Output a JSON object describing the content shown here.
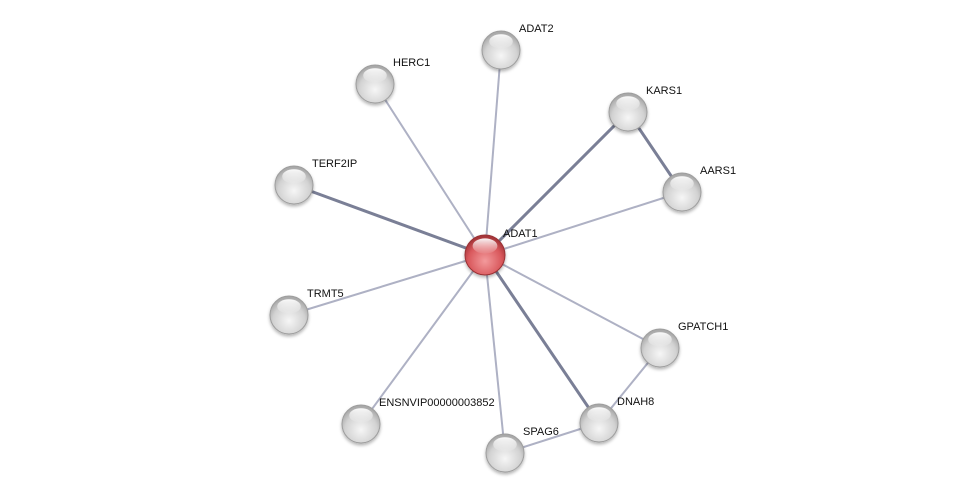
{
  "network": {
    "center": "ADAT1",
    "nodes": [
      {
        "id": "ADAT1",
        "label": "ADAT1",
        "query": true
      },
      {
        "id": "ADAT2",
        "label": "ADAT2"
      },
      {
        "id": "HERC1",
        "label": "HERC1"
      },
      {
        "id": "KARS1",
        "label": "KARS1"
      },
      {
        "id": "AARS1",
        "label": "AARS1"
      },
      {
        "id": "TERF2IP",
        "label": "TERF2IP"
      },
      {
        "id": "TRMT5",
        "label": "TRMT5"
      },
      {
        "id": "GPATCH1",
        "label": "GPATCH1"
      },
      {
        "id": "DNAH8",
        "label": "DNAH8"
      },
      {
        "id": "SPAG6",
        "label": "SPAG6"
      },
      {
        "id": "ENSNVIP",
        "label": "ENSNVIP00000003852"
      }
    ],
    "edges": [
      {
        "from": "ADAT1",
        "to": "ADAT2",
        "strength": "weak"
      },
      {
        "from": "ADAT1",
        "to": "HERC1",
        "strength": "weak"
      },
      {
        "from": "ADAT1",
        "to": "KARS1",
        "strength": "strong"
      },
      {
        "from": "ADAT1",
        "to": "AARS1",
        "strength": "weak"
      },
      {
        "from": "ADAT1",
        "to": "TERF2IP",
        "strength": "strong"
      },
      {
        "from": "ADAT1",
        "to": "TRMT5",
        "strength": "weak"
      },
      {
        "from": "ADAT1",
        "to": "GPATCH1",
        "strength": "weak"
      },
      {
        "from": "ADAT1",
        "to": "DNAH8",
        "strength": "strong"
      },
      {
        "from": "ADAT1",
        "to": "SPAG6",
        "strength": "weak"
      },
      {
        "from": "ADAT1",
        "to": "ENSNVIP",
        "strength": "weak"
      },
      {
        "from": "KARS1",
        "to": "AARS1",
        "strength": "strong"
      },
      {
        "from": "GPATCH1",
        "to": "DNAH8",
        "strength": "weak"
      },
      {
        "from": "DNAH8",
        "to": "SPAG6",
        "strength": "weak"
      }
    ],
    "colors": {
      "query_node": "#d9585c",
      "node": "#d4d4d4",
      "edge_strong": "#7a7f96",
      "edge_weak": "#aeb1c4"
    }
  }
}
